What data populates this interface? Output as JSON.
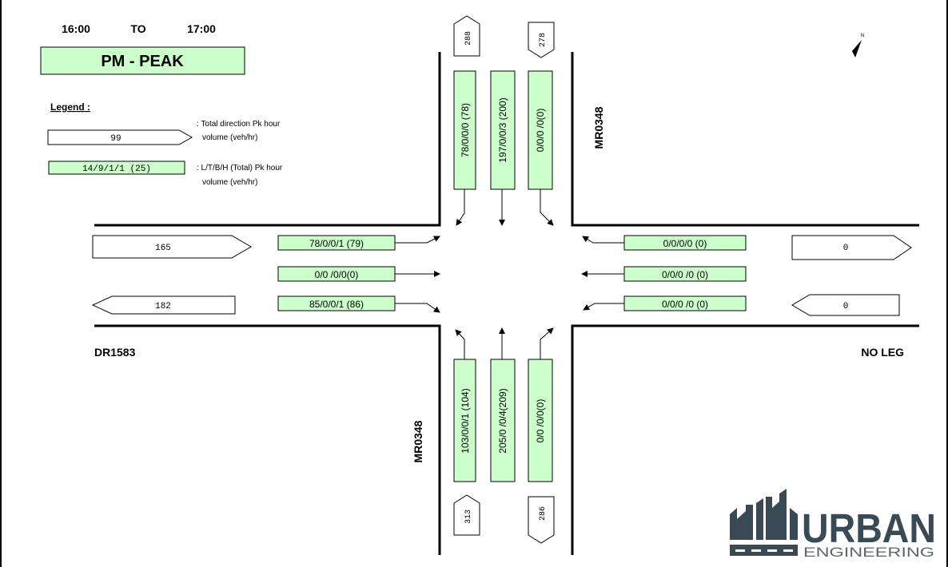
{
  "period": {
    "start": "16:00",
    "to": "TO",
    "end": "17:00",
    "label": "PM - PEAK"
  },
  "legend": {
    "title": "Legend :",
    "total_sample": "99",
    "total_desc_1": ": Total direction Pk hour",
    "total_desc_2": "volume (veh/hr)",
    "turn_sample": "14/9/1/1 (25)",
    "turn_desc_1": ": L/T/B/H (Total) Pk hour",
    "turn_desc_2": "volume (veh/hr)"
  },
  "roads": {
    "north": "MR0348",
    "south": "MR0348",
    "west": "DR1583",
    "east": "NO LEG"
  },
  "totals": {
    "north_in": "278",
    "north_out": "288",
    "south_in": "313",
    "south_out": "286",
    "west_in": "165",
    "west_out": "182",
    "east_in": "0",
    "east_out": "0"
  },
  "movements": {
    "north_left": "78/0/0/0 (78)",
    "north_through": "197/0/0/3 (200)",
    "north_right": "0/0/0 /0(0)",
    "south_left": "103/0/0/1 (104)",
    "south_through": "205/0 /0/4(209)",
    "south_right": "0/0 /0/0(0)",
    "west_left": "78/0/0/1 (79)",
    "west_through": "0/0 /0/0(0)",
    "west_right": "85/0/0/1 (86)",
    "east_right": "0/0/0/0 (0)",
    "east_through": "0/0/0 /0  (0)",
    "east_left": "0/0/0 /0  (0)"
  },
  "logo": {
    "text_main": "URBAN",
    "text_sub": "ENGINEERING"
  },
  "colors": {
    "box_fill": "#ccffcc",
    "line": "#000000",
    "logo_dark": "#3a4a55",
    "logo_text": "#5a6670"
  }
}
